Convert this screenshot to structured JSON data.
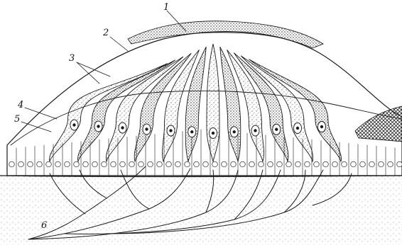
{
  "labels": {
    "l1": "1",
    "l2": "2",
    "l3": "3",
    "l4": "4",
    "l5": "5",
    "l6": "6"
  },
  "colors": {
    "ink": "#1a1a1a",
    "stipple": "#333333",
    "paper": "#ffffff"
  }
}
